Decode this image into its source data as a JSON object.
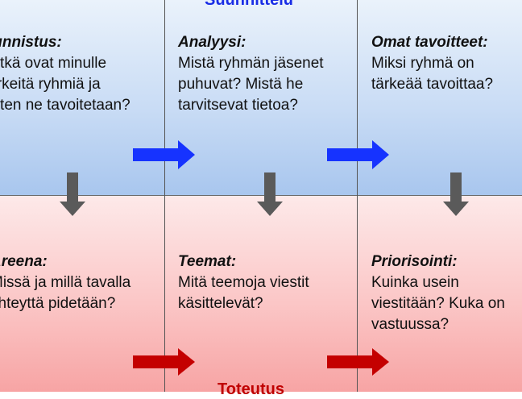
{
  "phases": {
    "planning": "Suunnittelu",
    "execution": "Toteutus"
  },
  "colors": {
    "planning_text": "#1a2de6",
    "execution_text": "#c00000",
    "blue_arrow": "#1633ff",
    "red_arrow": "#c40000",
    "gray_arrow": "#5a5a5a"
  },
  "cells": {
    "tunnistus": {
      "title": "Tunnistus:",
      "body": "Mitkä ovat minulle\ntärkeitä ryhmiä ja\nmiten ne tavoitetaan?"
    },
    "analyysi": {
      "title": "Analyysi:",
      "body": "Mistä ryhmän jäsenet\npuhuvat? Mistä he\ntarvitsevat tietoa?"
    },
    "tavoitteet": {
      "title": "Omat tavoitteet:",
      "body": "Miksi ryhmä on\ntärkeää tavoittaa?"
    },
    "areena": {
      "title": "Areena:",
      "body": "Missä ja millä tavalla\nyhteyttä pidetään?"
    },
    "teemat": {
      "title": "Teemat:",
      "body": "Mitä teemoja viestit\nkäsittelevät?"
    },
    "priorisointi": {
      "title": "Priorisointi:",
      "body": "Kuinka usein\nviestitään? Kuka on\nvastuussa?"
    }
  }
}
